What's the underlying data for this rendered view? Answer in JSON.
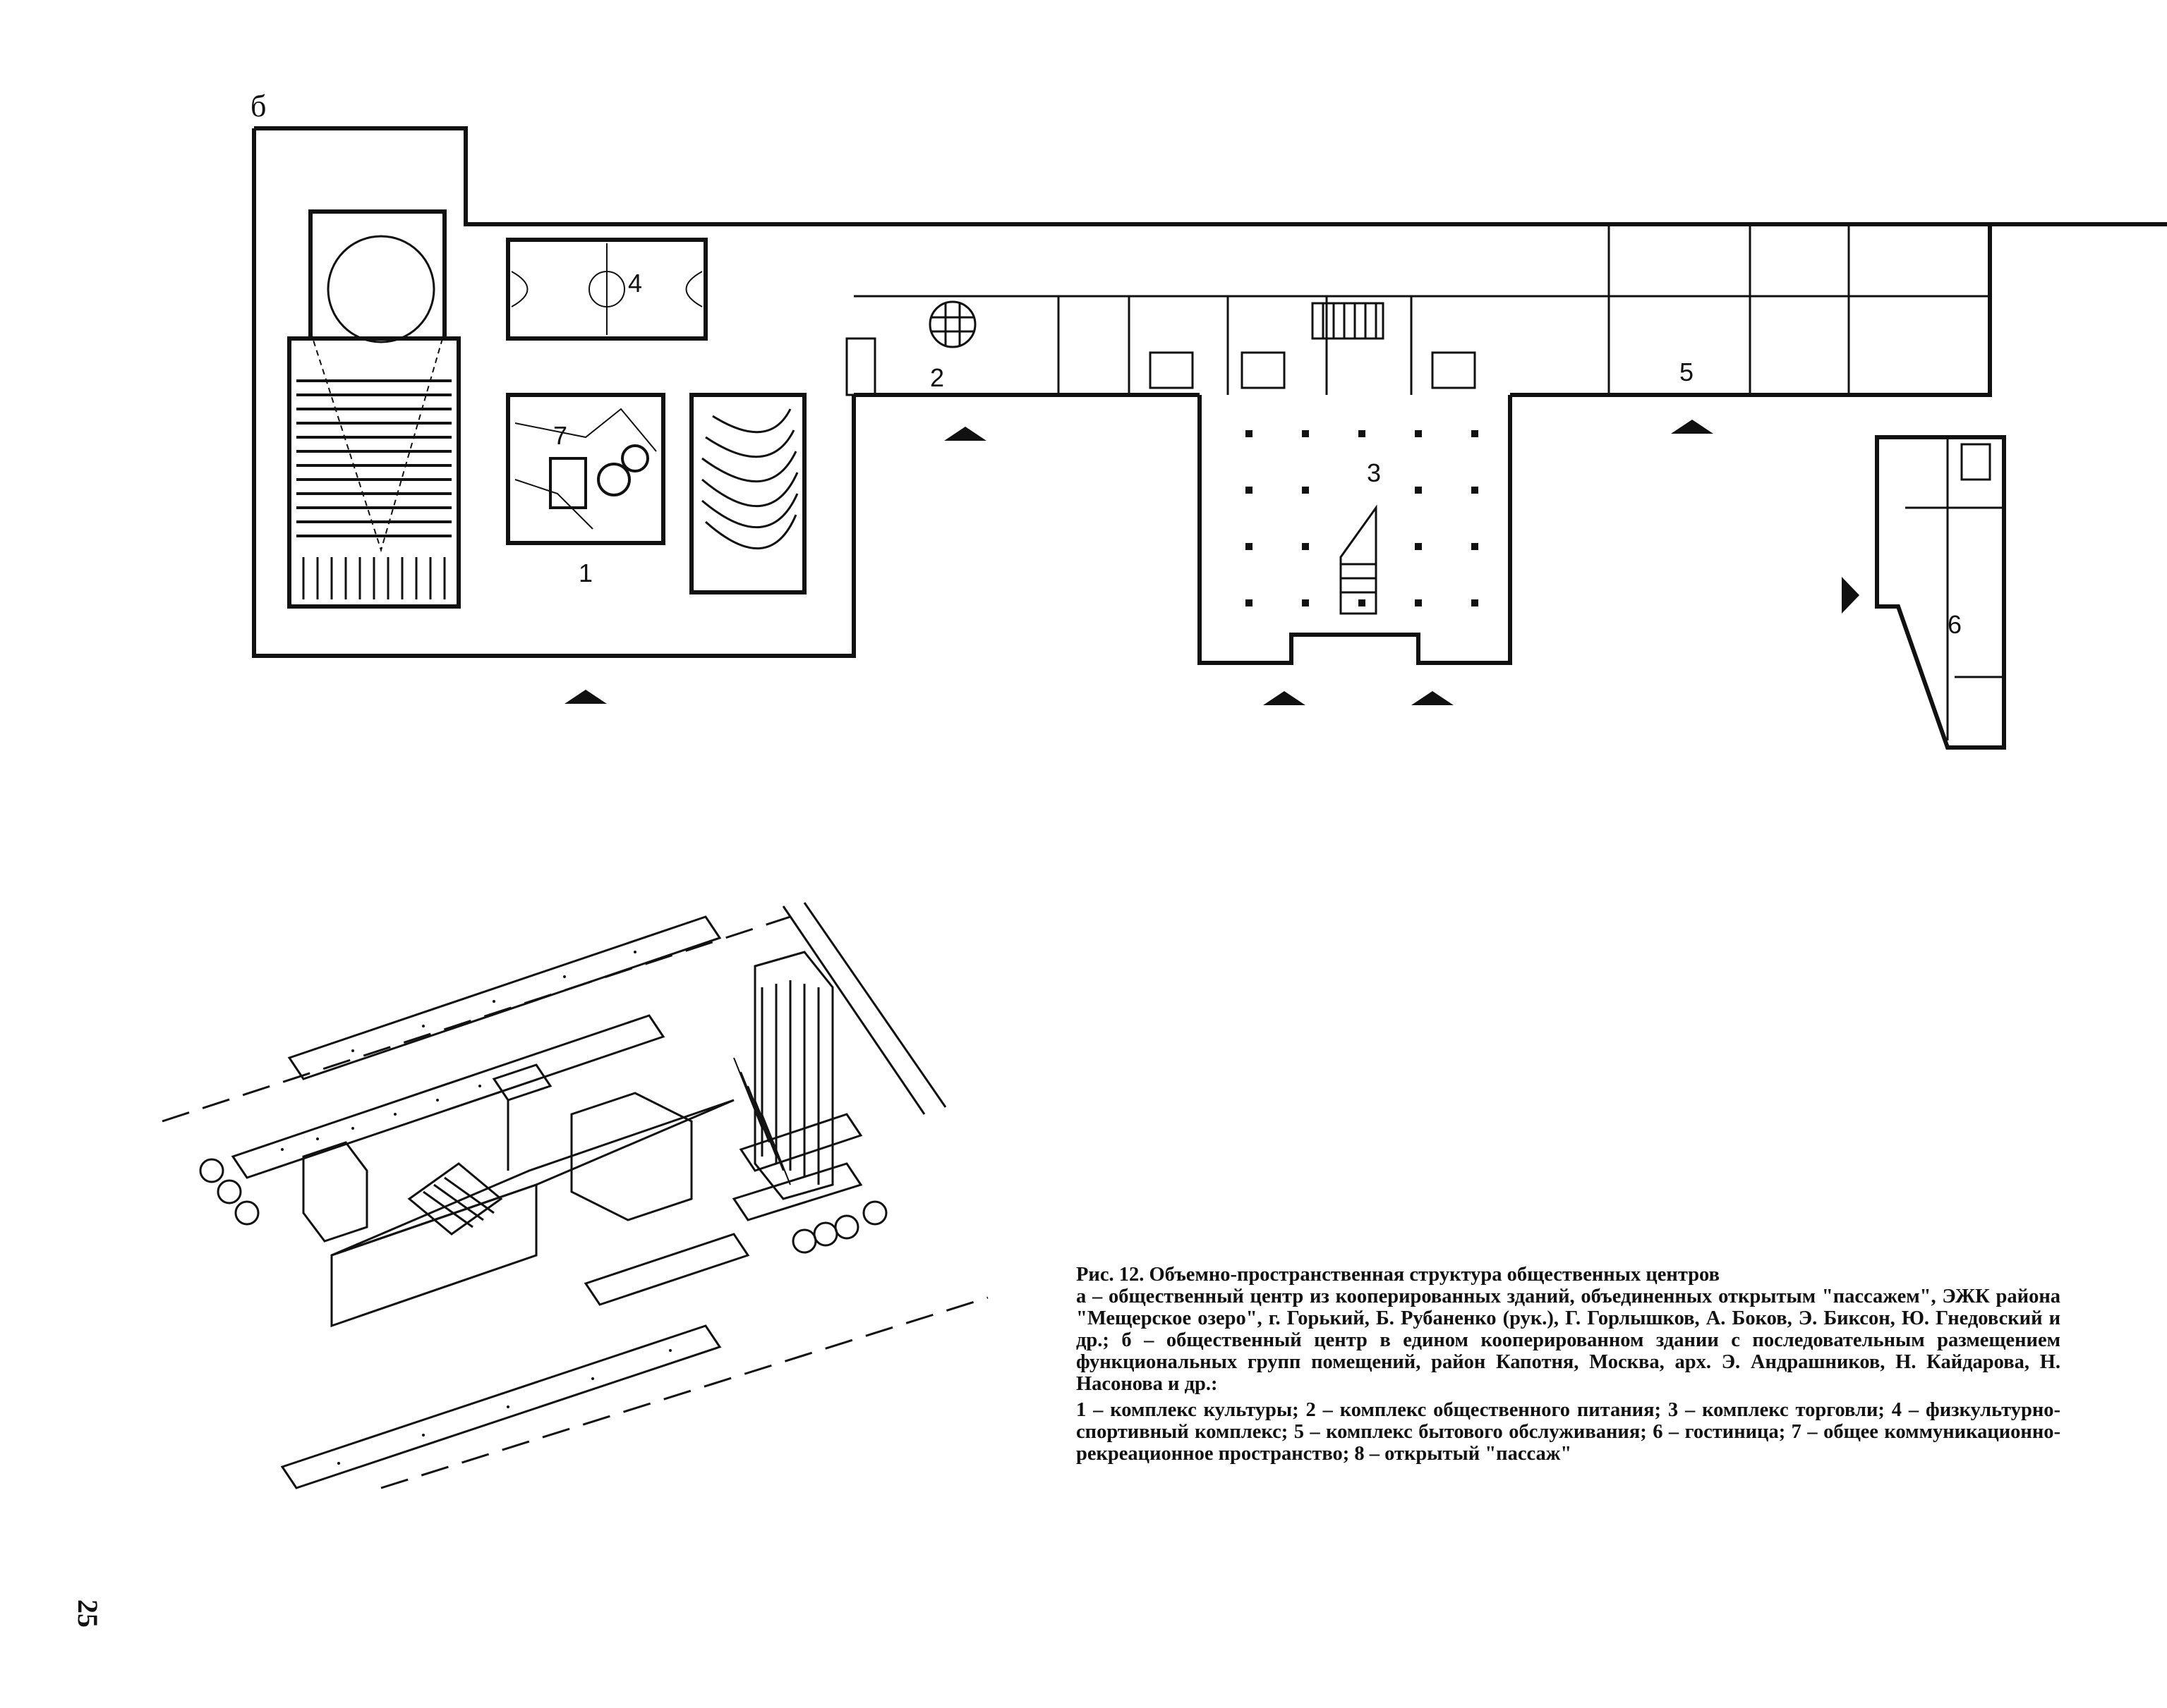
{
  "figure": {
    "plan_label_b": "б",
    "zone_labels": [
      "1",
      "2",
      "3",
      "4",
      "5",
      "6",
      "7"
    ]
  },
  "caption": {
    "title": "Рис. 12. Объемно-пространственная структура общественных центров",
    "description": "а – общественный центр из кооперированных зданий, объединенных открытым \"пассажем\", ЭЖК района \"Мещерское озеро\", г. Горький, Б. Рубаненко (рук.), Г. Горлышков, А. Боков, Э. Биксон, Ю. Гнедовский и др.; б – общественный центр в едином кооперированном здании с последовательным размещением функциональных групп помещений, район Капотня, Москва, арх. Э. Андрашников, Н. Кайдарова, Н. Насонова и др.:",
    "legend": "1 – комплекс культуры; 2 – комплекс общественного питания; 3 – комплекс торговли; 4 – физкультурно-спортивный комплекс; 5 – комплекс бытового обслуживания; 6 – гостиница; 7 – общее коммуникационно-рекреационное пространство; 8 – открытый \"пассаж\""
  },
  "page_number": "25"
}
